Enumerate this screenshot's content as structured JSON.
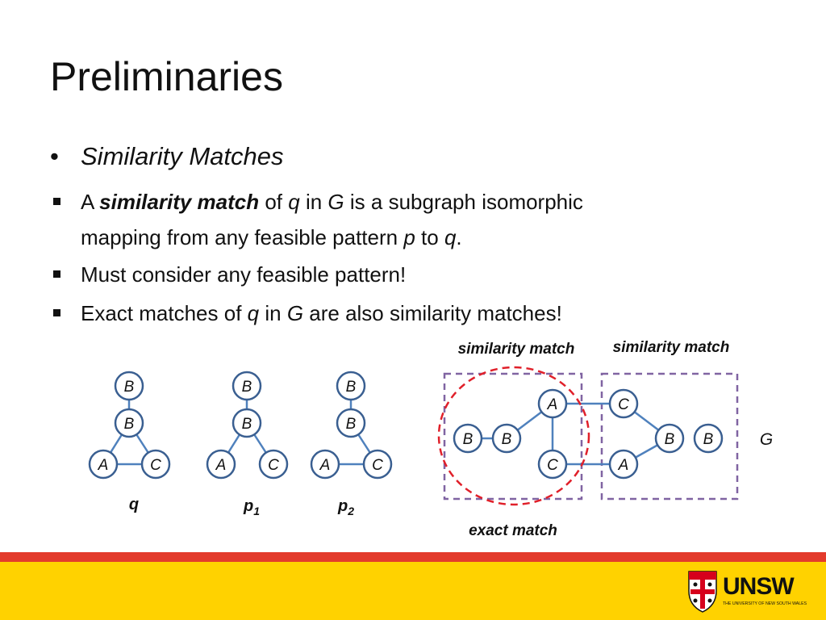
{
  "slide": {
    "title": "Preliminaries",
    "main_bullet": "Similarity Matches",
    "bullet1": {
      "line1_pre": "A ",
      "line1_term": "similarity match",
      "line1_mid1": " of ",
      "line1_q": "q",
      "line1_mid2": " in ",
      "line1_G": "G",
      "line1_post": " is a subgraph isomorphic",
      "line2_pre": "mapping from any feasible pattern ",
      "line2_p": "p",
      "line2_mid": " to ",
      "line2_q": "q",
      "line2_post": "."
    },
    "bullet2": "Must consider any feasible pattern!",
    "bullet3": {
      "pre": "Exact matches of ",
      "q": "q",
      "mid": " in ",
      "G": "G",
      "post": " are also similarity matches!"
    }
  },
  "diagram": {
    "label_similarity_left": "similarity match",
    "label_similarity_right": "similarity match",
    "label_exact": "exact match",
    "label_G": "G",
    "label_q": "q",
    "label_p1": "p",
    "label_p1_sub": "1",
    "label_p2": "p",
    "label_p2_sub": "2",
    "node_B": "B",
    "node_A": "A",
    "node_C": "C"
  },
  "colors": {
    "node_stroke": "#3a5f91",
    "edge": "#4f81bd",
    "dashed_box": "#8064a2",
    "dashed_circle": "#e0202a",
    "bar_red": "#e33b2c",
    "bar_yellow": "#ffd200"
  },
  "logo": {
    "name": "UNSW",
    "tagline": "THE UNIVERSITY OF NEW SOUTH WALES"
  }
}
